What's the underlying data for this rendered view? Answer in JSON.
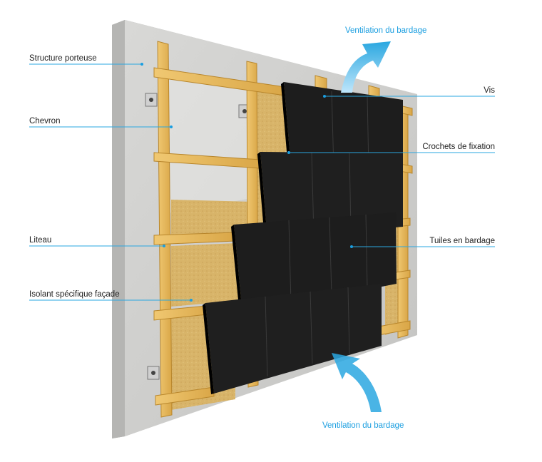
{
  "labels": {
    "structure": "Structure porteuse",
    "chevron": "Chevron",
    "liteau": "Liteau",
    "isolant": "Isolant spécifique façade",
    "vis": "Vis",
    "crochets": "Crochets de fixation",
    "tuiles": "Tuiles en bardage"
  },
  "ventilation": {
    "top": "Ventilation du bardage",
    "bottom": "Ventilation du bardage"
  },
  "colors": {
    "leader_line": "#2aa7e0",
    "ventilation_arrow": "#1a9ee0",
    "wood": "#e4b95c",
    "insulation": "#d9b56a",
    "concrete": "#cfcfcf",
    "tile": "#1d1d1d"
  }
}
